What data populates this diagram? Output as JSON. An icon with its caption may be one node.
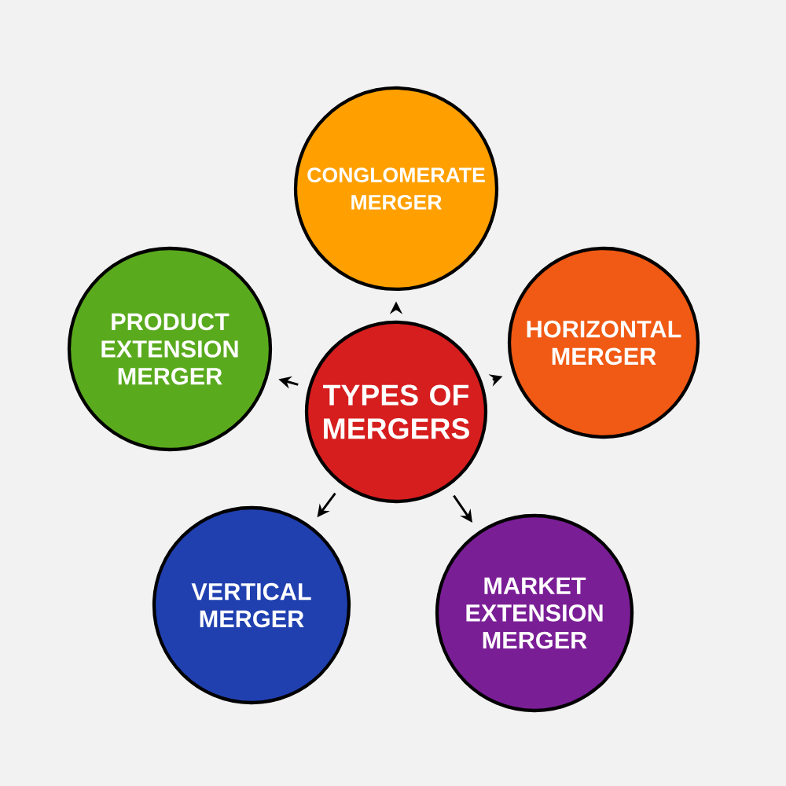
{
  "diagram": {
    "nodes": [
      {
        "text": [
          "TYPES OF MERGERS"
        ]
      },
      {
        "text": [
          "CONGLOMERATE MERGER"
        ]
      },
      {
        "text": [
          "HORIZONTAL MERGER"
        ]
      },
      {
        "text": [
          "PRODUCT EXTENSION MERGER"
        ]
      },
      {
        "text": [
          "VERTICAL MERGER"
        ]
      },
      {
        "text": [
          "MARKET EXTENSION MERGER"
        ]
      }
    ],
    "edges": [
      {
        "from": 0,
        "to": 1,
        "arrow": "to"
      },
      {
        "from": 0,
        "to": 2,
        "arrow": "to"
      },
      {
        "from": 0,
        "to": 3,
        "arrow": "to"
      },
      {
        "from": 0,
        "to": 4,
        "arrow": "to"
      },
      {
        "from": 0,
        "to": 5,
        "arrow": "to"
      }
    ]
  }
}
